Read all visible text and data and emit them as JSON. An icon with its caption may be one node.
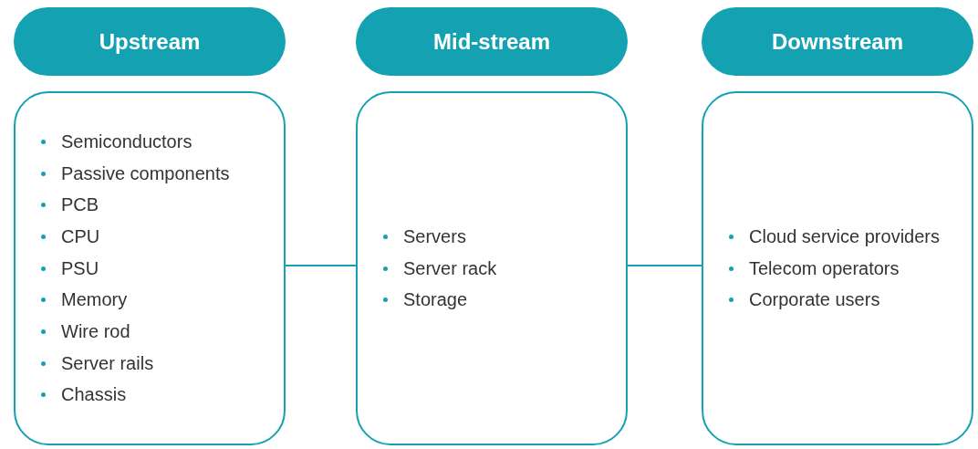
{
  "diagram": {
    "nodes": [
      {
        "text": [
          "Upstream"
        ]
      },
      {
        "text": [
          "Mid-stream"
        ]
      },
      {
        "text": [
          "Downstream"
        ]
      },
      {
        "text": [
          "Semiconductors",
          "Passive components",
          "PCB",
          "CPU",
          "PSU",
          "Memory",
          "Wire rod",
          "Server rails",
          "Chassis"
        ]
      },
      {
        "text": [
          "Servers",
          "Server rack",
          "Storage"
        ]
      },
      {
        "text": [
          "Cloud service providers",
          "Telecom operators",
          "Corporate users"
        ]
      }
    ],
    "edges": [
      {
        "from": 3,
        "to": 4,
        "arrow": "none"
      },
      {
        "from": 4,
        "to": 5,
        "arrow": "none"
      }
    ]
  }
}
